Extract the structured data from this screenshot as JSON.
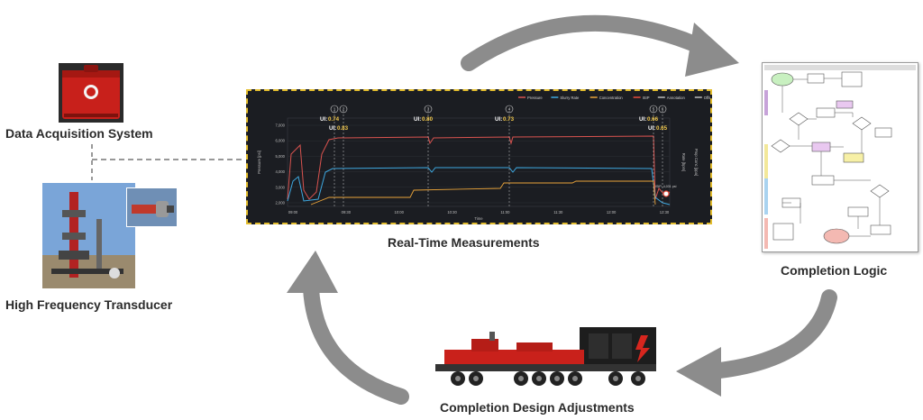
{
  "labels": {
    "data_acquisition": "Data Acquisition System",
    "high_frequency": "High Frequency Transducer",
    "real_time": "Real-Time Measurements",
    "completion_logic": "Completion Logic",
    "design_adjustments": "Completion Design Adjustments"
  },
  "chart_data": {
    "type": "line",
    "legend": [
      "Pressure",
      "Slurry Rate",
      "Concentration",
      "ISIP",
      "Annotation",
      "Offset Pressure"
    ],
    "x_ticks": [
      "09:00",
      "09:30",
      "10:00",
      "10:30",
      "11:00",
      "11:30",
      "12:00",
      "12:30"
    ],
    "y_ticks": [
      "7,000",
      "6,000",
      "5,000",
      "4,000",
      "3,000",
      "2,000"
    ],
    "xlabel": "Time",
    "ylabel": "Pressure [psi]",
    "y2label": "Rate [bpm]",
    "y3label": "Prop Conc [ppa]",
    "markers": [
      {
        "num": "1",
        "ui": "UI: ",
        "val": "0.74"
      },
      {
        "num": "2",
        "ui": "UI: ",
        "val": "0.83"
      },
      {
        "num": "3",
        "ui": "UI: ",
        "val": "0.80"
      },
      {
        "num": "4",
        "ui": "UI: ",
        "val": "0.73"
      },
      {
        "num": "5",
        "ui": "UI: ",
        "val": "0.66"
      },
      {
        "num": "6",
        "ui": "UI: ",
        "val": "0.65"
      }
    ],
    "isip_note": "ISIP: 4,031 psi",
    "colors": {
      "pressure": "#d9534f",
      "rate": "#3ea8e0",
      "conc": "#e8a33a",
      "ui_value": "#f2c94c"
    }
  },
  "colors": {
    "arrow": "#8c8c8c",
    "panel_border": "#e3bd2e"
  }
}
